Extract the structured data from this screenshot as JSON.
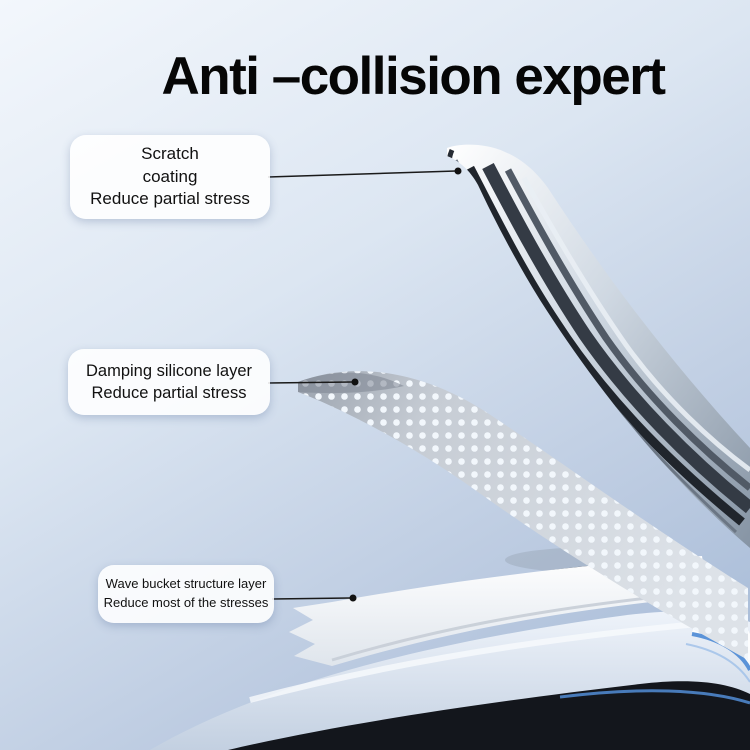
{
  "title": "Anti –collision expert",
  "callouts": [
    {
      "id": "scratch-coating",
      "lines": [
        "Scratch",
        "coating",
        "Reduce partial stress"
      ]
    },
    {
      "id": "damping-silicone",
      "lines": [
        "Damping silicone layer",
        "Reduce partial stress"
      ]
    },
    {
      "id": "wave-bucket",
      "lines": [
        "Wave bucket structure layer",
        "Reduce most of the stresses"
      ]
    }
  ],
  "colors": {
    "background_top": "#f3f7fc",
    "background_bottom": "#a0b6d4",
    "title_text": "#060606",
    "callout_background": "#ffffff",
    "callout_text": "#111111",
    "leader_line": "#1a1a1a",
    "chrome_dark_stripe": "#20252c",
    "accent_blue": "#4f86cc",
    "phone_dark_edge": "#13161c"
  }
}
